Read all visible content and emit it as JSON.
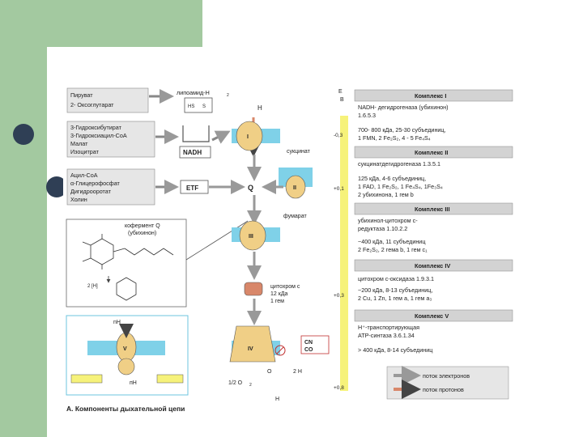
{
  "substrates": {
    "group1": [
      "Пируват",
      "2- Оксоглутарат"
    ],
    "group2": [
      "3-Гидроксибутират",
      "3-Гидроксиацил-СоА",
      "Малат",
      "Изоцитрат"
    ],
    "group3": [
      "Ацил-СоА",
      "α-Глицерофосфат",
      "Дигидрооротат",
      "Холин"
    ]
  },
  "labels": {
    "lipoamide": "липоамид-H",
    "lipoamide_sub": "2",
    "hs": "HS",
    "s": "S",
    "nadh": "NADH",
    "etf": "ETF",
    "h_plus": "H",
    "q": "Q",
    "succinate": "сукцинат",
    "fumarate": "фумарат",
    "cyt_c": [
      "цитохром с",
      "12 кДа",
      "1 гем"
    ],
    "coenzyme_q_title": [
      "кофермент Q",
      "(убихинон)"
    ],
    "nh_plus": "nH",
    "ph_plus": "пH",
    "cn": "CN",
    "co": "CO",
    "half_o2": "1/2 O",
    "o2_sub": "2",
    "o_2minus": "O",
    "two_h": "2 H",
    "h2o": "H",
    "caption": "А. Компоненты дыхательной цепи",
    "complex_numerals": [
      "I",
      "II",
      "III",
      "IV",
      "V"
    ]
  },
  "scale": {
    "header_top": "E",
    "header_unit": "B",
    "ticks": [
      "-0,3",
      "+0,1",
      "+0,3",
      "+0,8"
    ]
  },
  "complexes": [
    {
      "header": "Комплекс I",
      "lines": [
        "NADH- дегидрогеназа (убихинон)",
        "1.6.5.3",
        "700- 800 кДа, 25-30 субъединиц,",
        "1 FMN, 2 Fe₂S₂, 4 - 5 Fe₄S₄"
      ]
    },
    {
      "header": "Комплекс II",
      "lines": [
        "сукцинатдегидрогеназа 1.3.5.1",
        "125 кДа, 4-6 субъединиц,",
        "1 FAD, 1 Fe₂S₂, 1 Fe₄S₄, 1Fe₃S₄",
        "2 убихинона, 1 гем b"
      ]
    },
    {
      "header": "Комплекс III",
      "lines": [
        "убихинол-цитохром с-",
        "редуктаза 1.10.2.2",
        "~400 кДа, 11 субъединиц",
        "2 Fe₂S₂, 2 гема b, 1 гем c₁"
      ]
    },
    {
      "header": "Комплекс IV",
      "lines": [
        "цитохром с-оксидаза 1.9.3.1",
        "~200 кДа, 8-13 субъединиц,",
        "2 Cu, 1 Zn, 1 гем a, 1 гем a₃"
      ]
    },
    {
      "header": "Комплекс V",
      "lines": [
        "H⁺-транспортирующая",
        "АТР-синтаза 3.6.1.34",
        "> 400 кДа, 8-14 субъединиц"
      ]
    }
  ],
  "legend": {
    "electrons": "поток электронов",
    "protons": "поток протонов"
  },
  "colors": {
    "slide_green": "#a3c9a0",
    "bullet": "#2f3f55",
    "header_bg": "#d3d3d3",
    "yellow_bar": "#f6f27a",
    "complex_fill": "#f0cf86",
    "membrane_blue": "#7fd1e8",
    "proton_arrow": "#d8876a",
    "electron_arrow": "#ffffff"
  }
}
